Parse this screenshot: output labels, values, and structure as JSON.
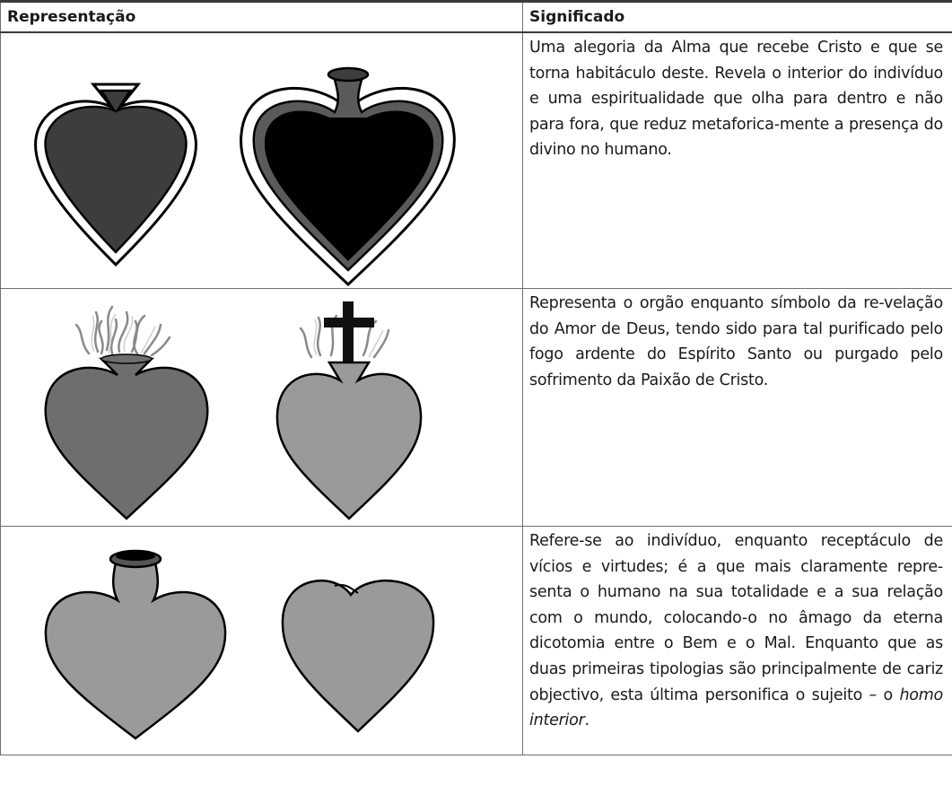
{
  "table": {
    "headers": [
      "Representação",
      "Significado"
    ],
    "rows": [
      {
        "meaning": "Uma alegoria da Alma que recebe Cristo e que se torna habitáculo deste. Revela o interior do indivíduo e uma espiritualidade que olha para dentro e não para fora, que reduz metaforica-mente a presença do divino no humano.",
        "icons": [
          "spade-heart-icon",
          "hollow-vessel-heart-icon"
        ]
      },
      {
        "meaning": "Representa o orgão enquanto símbolo da re-velação do Amor de Deus, tendo sido para tal purificado pelo fogo ardente do Espírito Santo ou purgado pelo sofrimento da Paixão de Cristo.",
        "icons": [
          "flaming-heart-icon",
          "flaming-heart-with-cross-icon"
        ]
      },
      {
        "meaning_before": "Refere-se ao indivíduo, enquanto receptáculo de vícios e virtudes; é a que mais claramente repre-senta o humano na sua totalidade e a sua relação com o mundo, colocando-o no âmago da eterna dicotomia entre o Bem e o Mal. Enquanto que as duas primeiras tipologias são principalmente de cariz objectivo, esta última personifica o sujeito – o ",
        "meaning_emph": "homo interior",
        "meaning_after": ".",
        "icons": [
          "vessel-heart-icon",
          "plain-heart-icon"
        ]
      }
    ]
  },
  "colors": {
    "dark_heart": "#3d3d3d",
    "black_fill": "#000000",
    "mid_heart": "#6e6e6e",
    "light_heart": "#9a9a9a",
    "flame": "#d8d8d8"
  }
}
